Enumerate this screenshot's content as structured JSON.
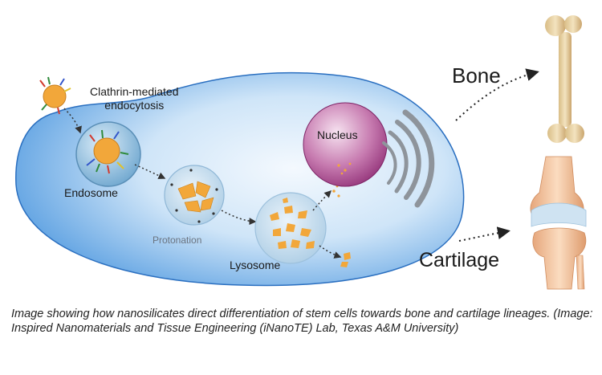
{
  "labels": {
    "clathrin_line1": "Clathrin-mediated",
    "clathrin_line2": "endocytosis",
    "endosome": "Endosome",
    "protonation": "Protonation",
    "lysosome": "Lysosome",
    "nucleus": "Nucleus",
    "bone": "Bone",
    "cartilage": "Cartilage"
  },
  "caption": "Image showing how nanosilicates direct differentiation of stem cells towards bone and cartilage lineages. (Image: Inspired Nanomaterials and Tissue Engineering (iNanoTE) Lab, Texas A&M University)",
  "colors": {
    "cell_edge": "#2f7fd6",
    "cell_center": "#eaf4fd",
    "vesicle": "#bcd9ef",
    "nanosilicate": "#f2a73a",
    "nucleus": "#a53b86",
    "golgi": "#8e949b",
    "bone": "#e9d3a6",
    "cartilage": "#f2c8a3"
  }
}
